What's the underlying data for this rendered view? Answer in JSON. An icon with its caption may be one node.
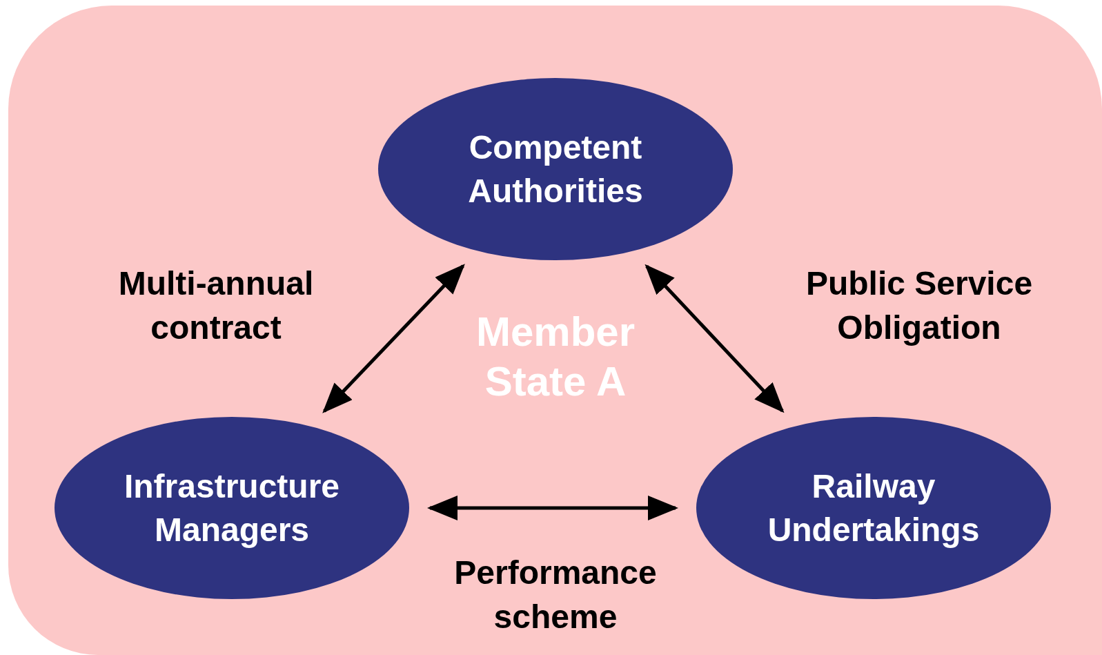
{
  "diagram": {
    "nodes": [
      {
        "text": [
          "Member State A"
        ]
      },
      {
        "text": [
          "Competent Authorities"
        ],
        "in": 0
      },
      {
        "text": [
          "Infrastructure Managers"
        ],
        "in": 0
      },
      {
        "text": [
          "Railway Undertakings"
        ],
        "in": 0
      }
    ],
    "edges": [
      {
        "from": 1,
        "to": 2,
        "arrow": "both",
        "label": "Multi-annual contract"
      },
      {
        "from": 1,
        "to": 3,
        "arrow": "both",
        "label": "Public Service Obligation"
      },
      {
        "from": 2,
        "to": 3,
        "arrow": "both",
        "label": "Performance scheme"
      }
    ]
  }
}
